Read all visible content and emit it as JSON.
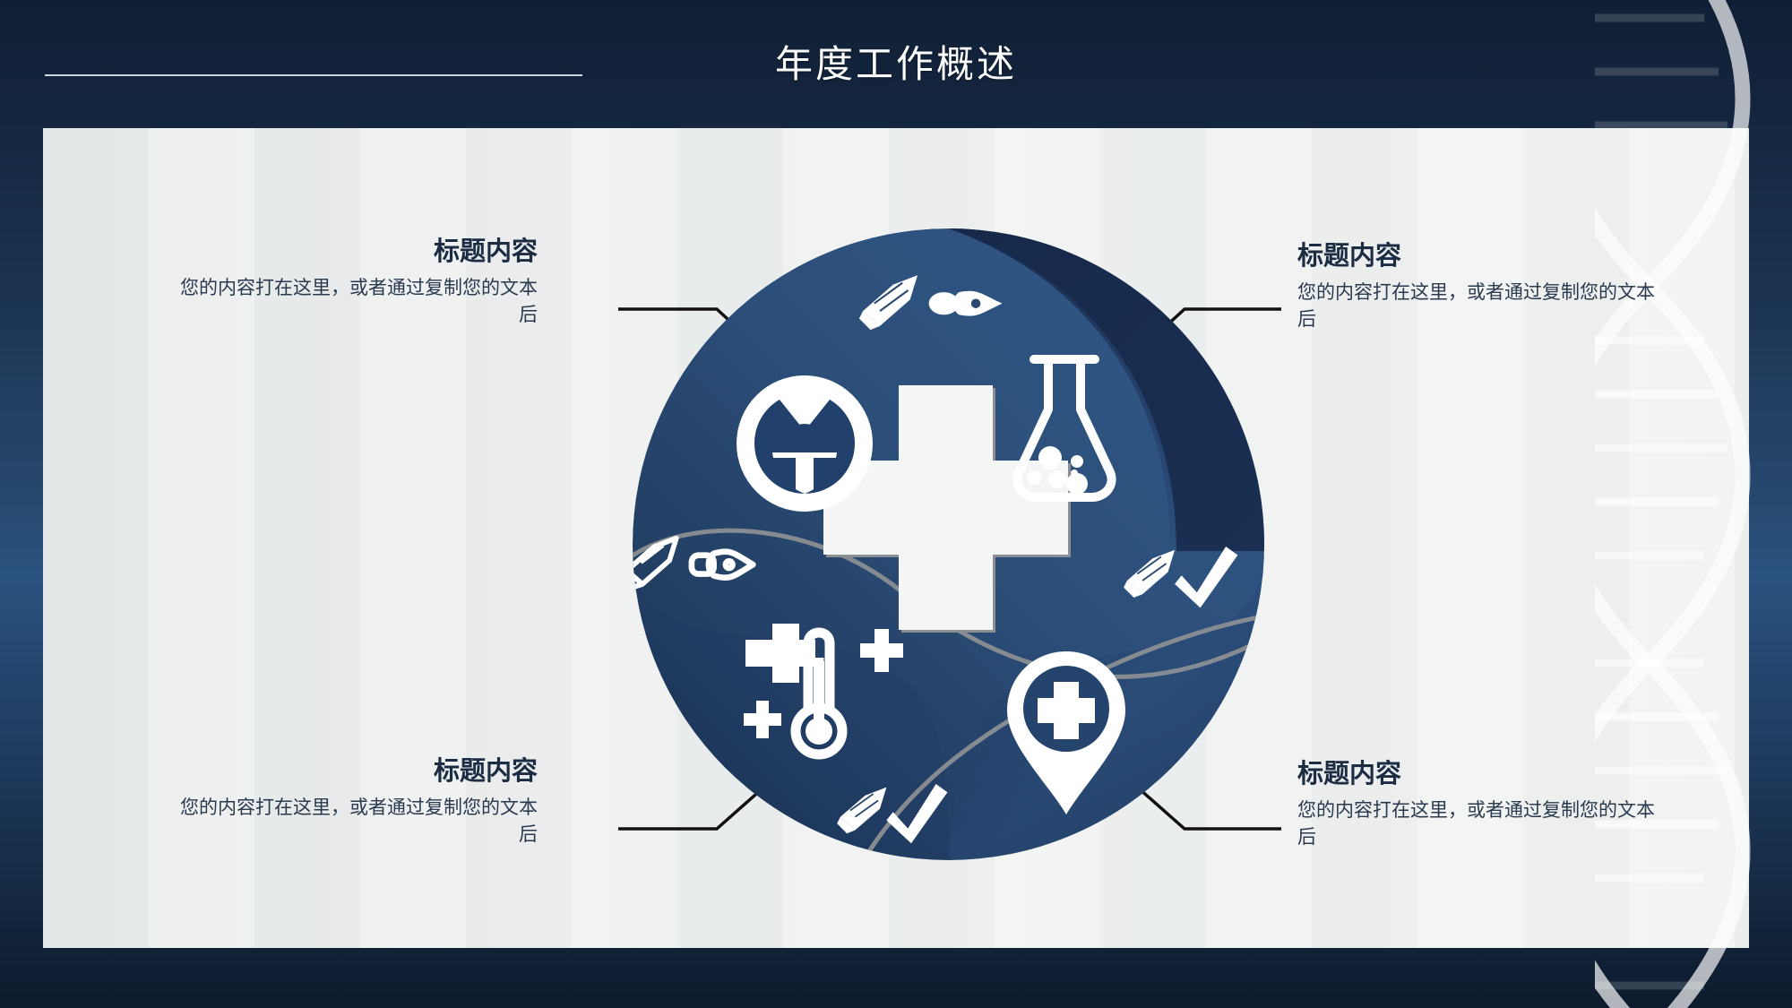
{
  "slide": {
    "title": "年度工作概述",
    "accent_dark": "#1b2c43",
    "accent_blue": "#27496f",
    "panel_bg": "#e9ecec",
    "text_color": "#2a3a4e"
  },
  "callouts": [
    {
      "id": "top-left",
      "title": "标题内容",
      "body": "您的内容打在这里，或者通过复制您的文本后"
    },
    {
      "id": "top-right",
      "title": "标题内容",
      "body": "您的内容打在这里，或者通过复制您的文本后"
    },
    {
      "id": "bottom-left",
      "title": "标题内容",
      "body": "您的内容打在这里，或者通过复制您的文本后"
    },
    {
      "id": "bottom-right",
      "title": "标题内容",
      "body": "您的内容打在这里，或者通过复制您的文本后"
    }
  ],
  "wheel": {
    "center_icon": "medical-cross-icon",
    "icons": [
      "pencil-pen-nib-icon",
      "radiation-icon",
      "flask-icon",
      "pencil-check-icon",
      "pencil-outline-nib-icon",
      "thermometer-icon",
      "map-pin-medical-icon",
      "pencil-check-bottom-icon"
    ]
  },
  "decoration": {
    "dna_helix": "dna-helix-watermark"
  }
}
